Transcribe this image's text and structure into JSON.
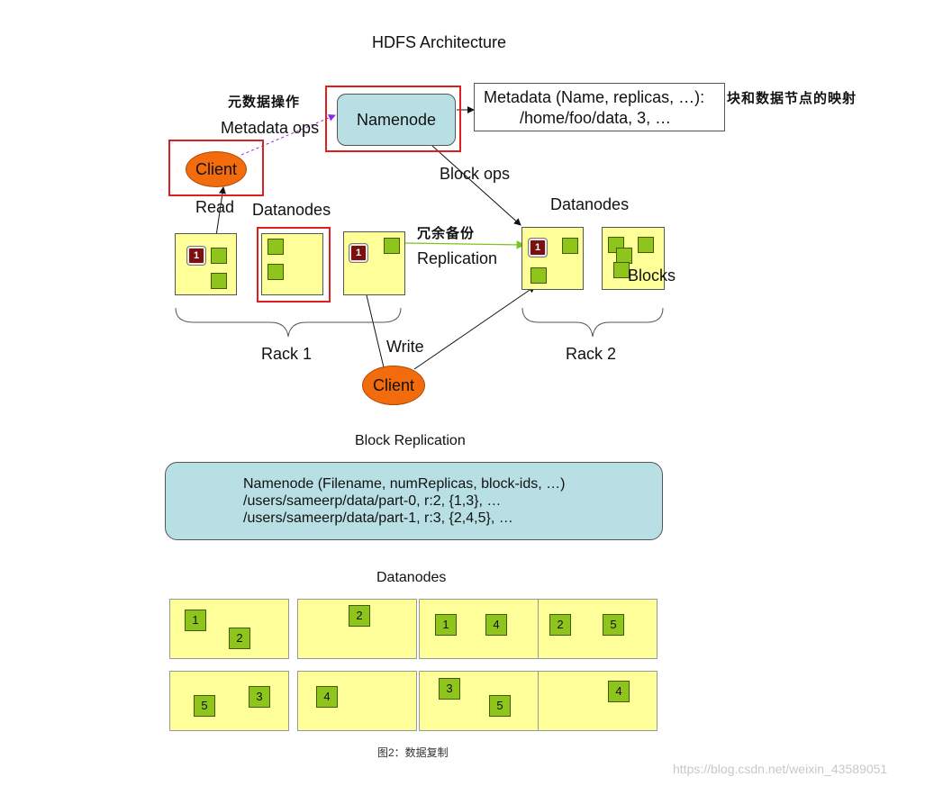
{
  "arch": {
    "title": "HDFS Architecture",
    "cn_metadata_ops": "元数据操作",
    "metadata_ops": "Metadata ops",
    "namenode": "Namenode",
    "metadata_line1": "Metadata (Name, replicas, …):",
    "metadata_line2": "/home/foo/data, 3, …",
    "cn_block_mapping": "块和数据节点的映射",
    "client": "Client",
    "read": "Read",
    "block_ops": "Block ops",
    "datanodes_left": "Datanodes",
    "datanodes_right": "Datanodes",
    "cn_replica": "冗余备份",
    "replication": "Replication",
    "blocks": "Blocks",
    "rack1": "Rack 1",
    "rack2": "Rack 2",
    "write": "Write",
    "client_write": "Client",
    "badge": "1"
  },
  "replication": {
    "title": "Block Replication",
    "namenode_lines": [
      "Namenode (Filename, numReplicas, block-ids, …)",
      "/users/sameerp/data/part-0, r:2, {1,3}, …",
      "/users/sameerp/data/part-1, r:3, {2,4,5}, …"
    ],
    "datanodes_title": "Datanodes",
    "datanode_blocks": [
      [
        "1",
        "2"
      ],
      [
        "2"
      ],
      [
        "1",
        "4"
      ],
      [
        "2",
        "5"
      ],
      [
        "5",
        "3"
      ],
      [
        "4"
      ],
      [
        "3",
        "5"
      ],
      [
        "4"
      ]
    ],
    "caption": "图2：数据复制",
    "watermark": "https://blog.csdn.net/weixin_43589051"
  },
  "colors": {
    "datanode_fill": "#ffff99",
    "block_fill": "#8fc41c",
    "client_fill": "#f26c0e",
    "namenode_fill": "#b8e0e4",
    "highlight": "#e02020",
    "badge_fill": "#7a1010"
  }
}
